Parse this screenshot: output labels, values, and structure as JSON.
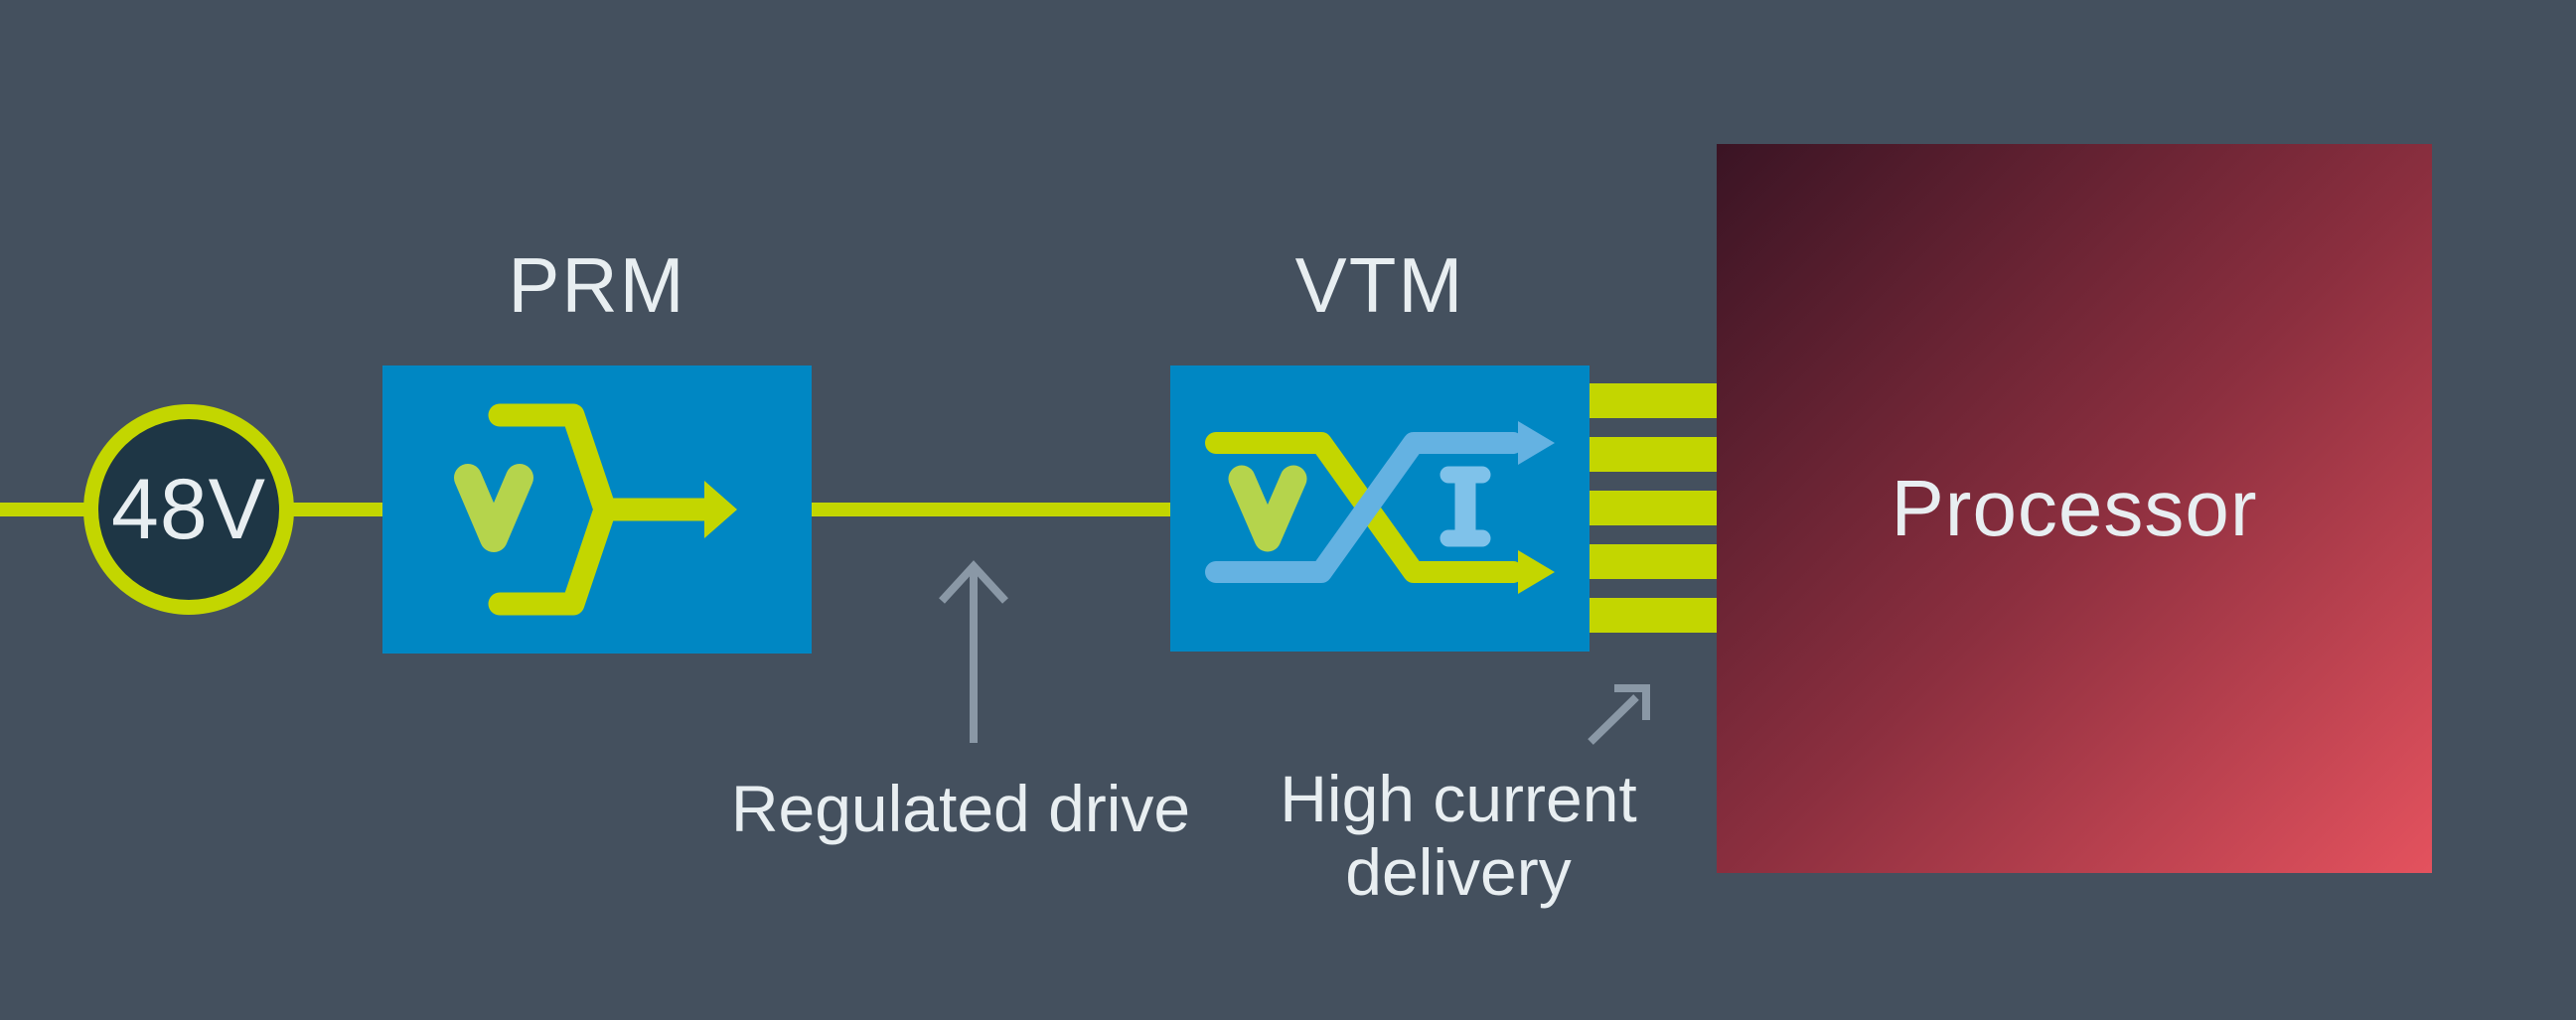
{
  "colors": {
    "bg": "#44505e",
    "green": "#c3d600",
    "greenLight": "#b5d44c",
    "blue": "#0087c3",
    "blueLight": "#64b2e2",
    "blueLighter": "#7fc2ea",
    "circleFill": "#1e3645",
    "textLight": "#e8eef1",
    "arrowGray": "#8a98a6",
    "procDark": "#3a1424",
    "procMid": "#8c2f3f",
    "procLight": "#e4525e"
  },
  "diagram": {
    "source": {
      "label": "48V"
    },
    "prm": {
      "title": "PRM"
    },
    "vtm": {
      "title": "VTM"
    },
    "processor": {
      "label": "Processor"
    },
    "bus": {
      "finger_count": 5
    },
    "annotations": {
      "regulated_drive": "Regulated drive",
      "high_current": {
        "lines": [
          "High current",
          "delivery"
        ]
      }
    }
  }
}
